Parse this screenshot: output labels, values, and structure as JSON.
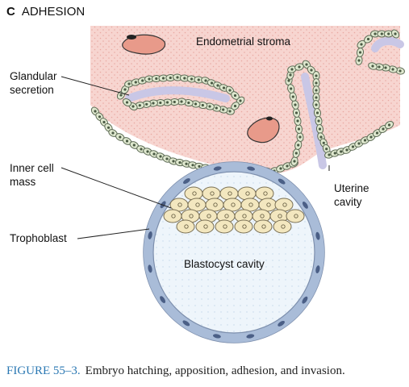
{
  "panel": {
    "letter": "C",
    "title": "ADHESION"
  },
  "labels": {
    "stroma": "Endometrial stroma",
    "glandular_1": "Glandular",
    "glandular_2": "secretion",
    "icm_1": "Inner cell",
    "icm_2": "mass",
    "uterine_1": "Uterine",
    "uterine_2": "cavity",
    "trophoblast": "Trophoblast",
    "blastocyst_cavity": "Blastocyst cavity"
  },
  "caption": {
    "figure_number": "FIGURE 55–3.",
    "text": "Embryo hatching, apposition, adhesion, and invasion."
  },
  "colors": {
    "stroma": "#f7d5d0",
    "stroma_dots": "#e8a9a2",
    "epithelium_fill": "#dfe8cf",
    "epithelium_stroke": "#5d6b55",
    "secretion": "#c9c7e6",
    "vessel": "#e89a8a",
    "trophoblast": "#a9bcd8",
    "inner_cell": "#f3e7bf",
    "cavity": "#e8f1f9",
    "caption_blue": "#2b78b3"
  }
}
